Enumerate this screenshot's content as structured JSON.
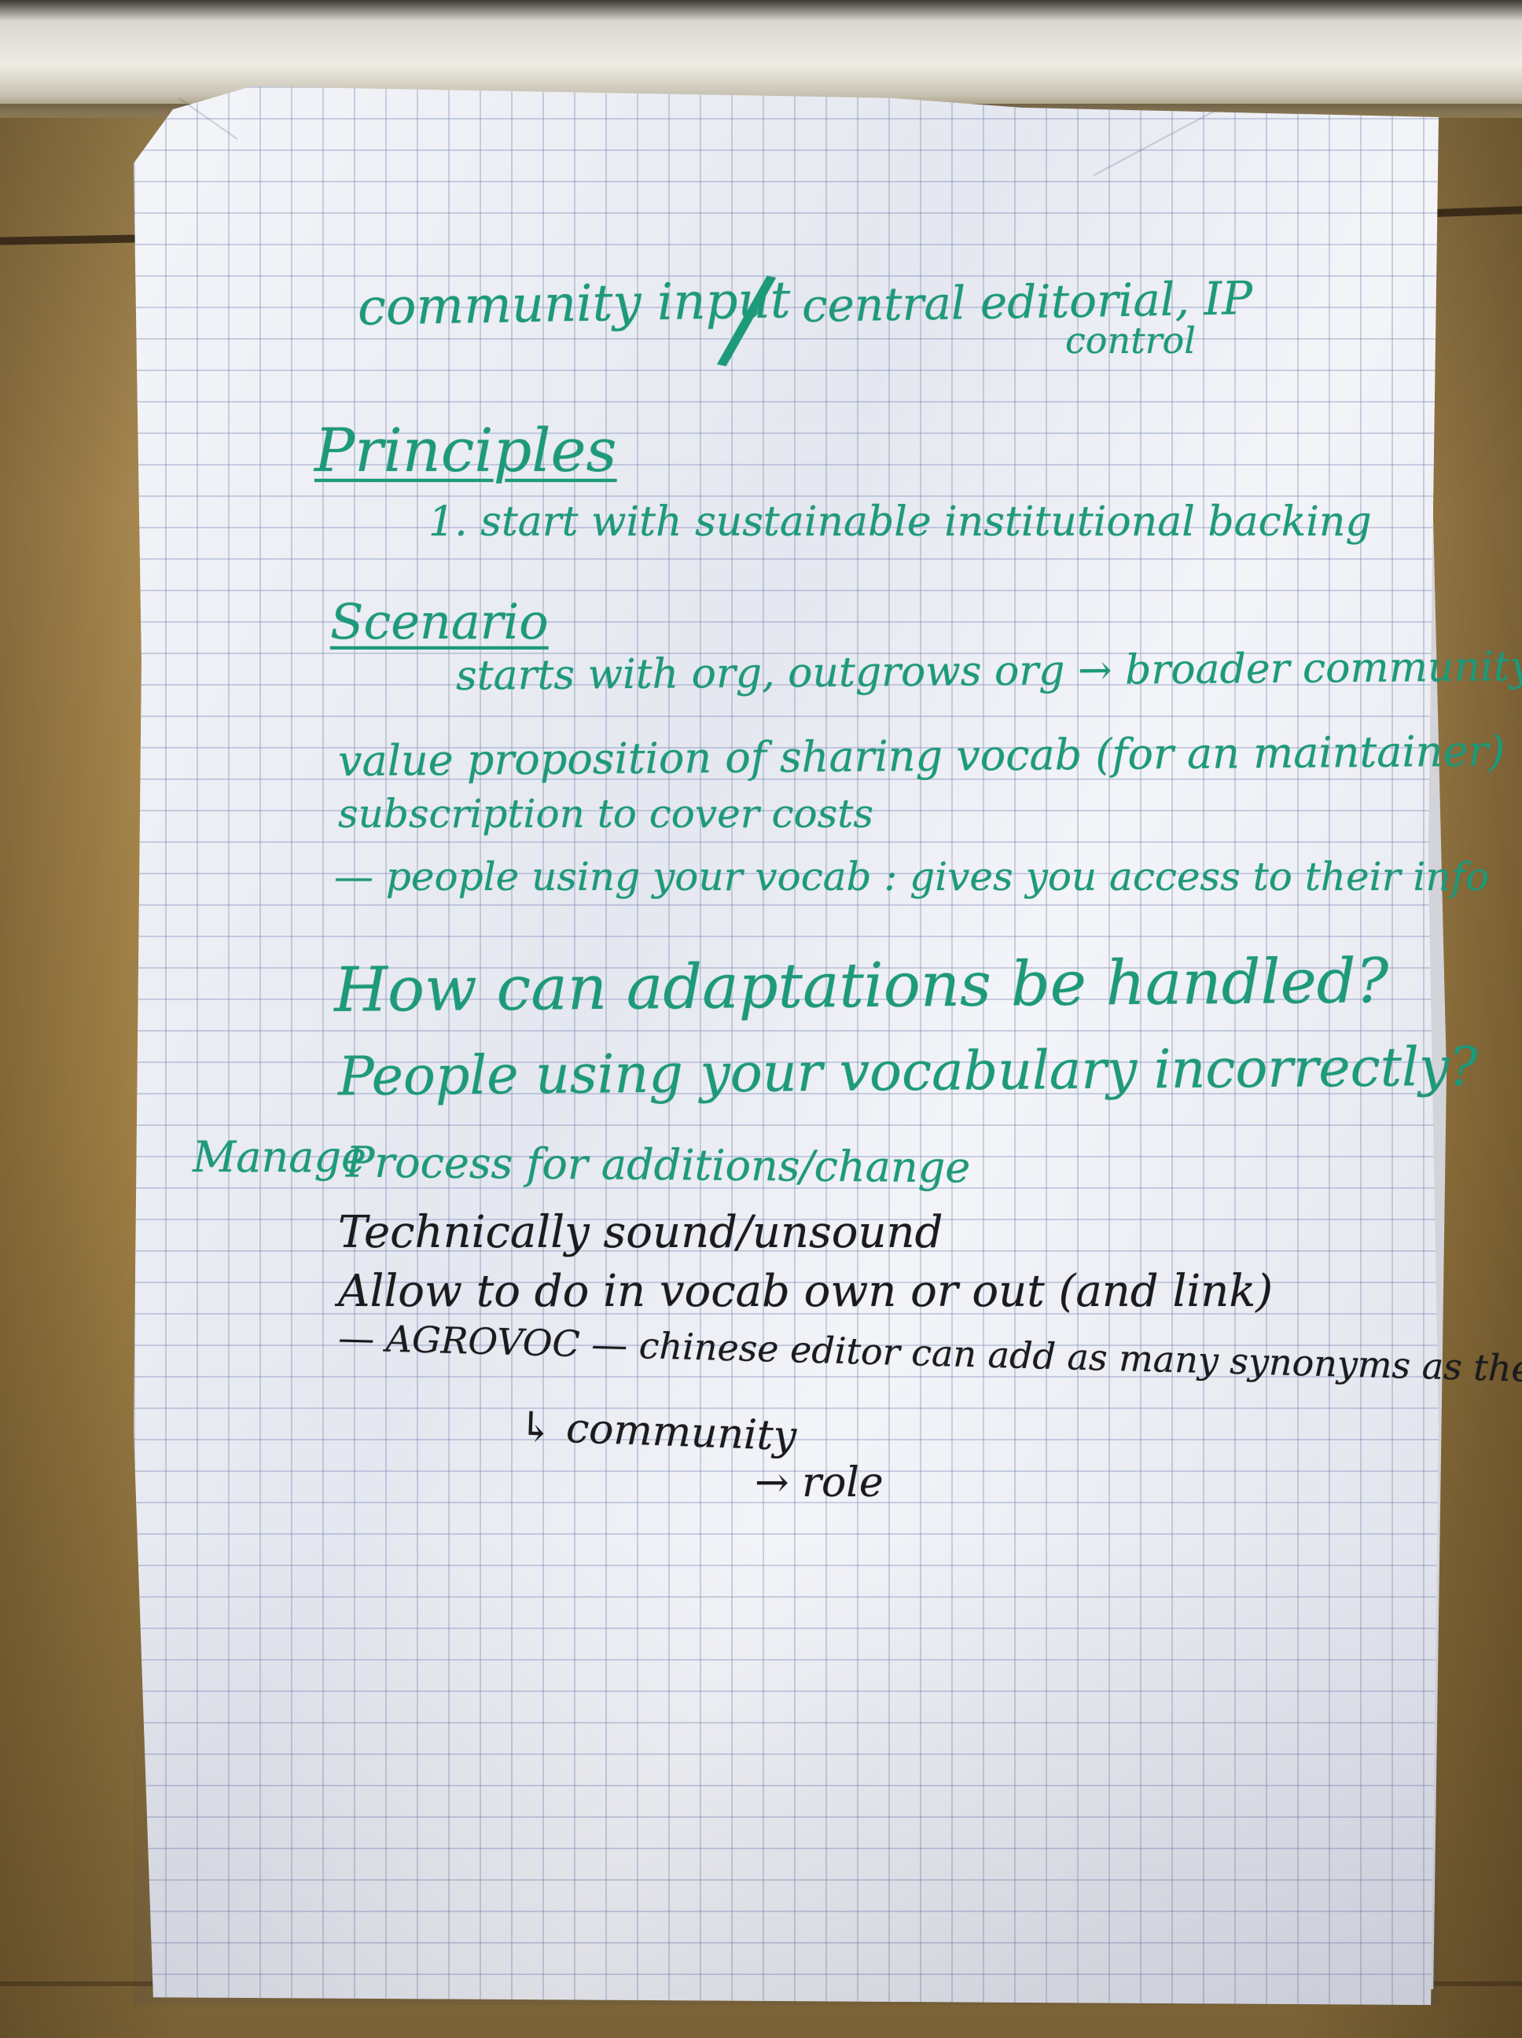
{
  "scene": {
    "description_colors": {
      "ink_green": "#1d9a7a",
      "ink_black": "#1b1b1e",
      "paper": "#eef0f6",
      "grid": "#6e7daf",
      "wood": "#a88749"
    }
  },
  "notes": {
    "title_left": "community input",
    "title_slash": "/",
    "title_right": "central editorial, IP",
    "title_right_2": "control",
    "principles_heading": "Principles",
    "principles_1": "1. start with sustainable institutional backing",
    "scenario_heading": "Scenario",
    "scenario_1": "starts with org, outgrows org → broader community",
    "value_line": "value proposition of sharing vocab (for an maintainer)",
    "subscription_line": "subscription to cover costs",
    "people_line": "— people using your vocab : gives you access to their info",
    "question_1": "How can adaptations be handled?",
    "question_2": "People using your vocabulary incorrectly?",
    "manage_label": "Manage",
    "process_line": "Process for additions/change",
    "tech_line": "Technically sound/unsound",
    "allow_line": "Allow to do in vocab  own or out (and link)",
    "agrovoc_line": "— AGROVOC — chinese editor  can add as many synonyms as they want",
    "community_line": "↳ community",
    "role_line": "→ role"
  }
}
